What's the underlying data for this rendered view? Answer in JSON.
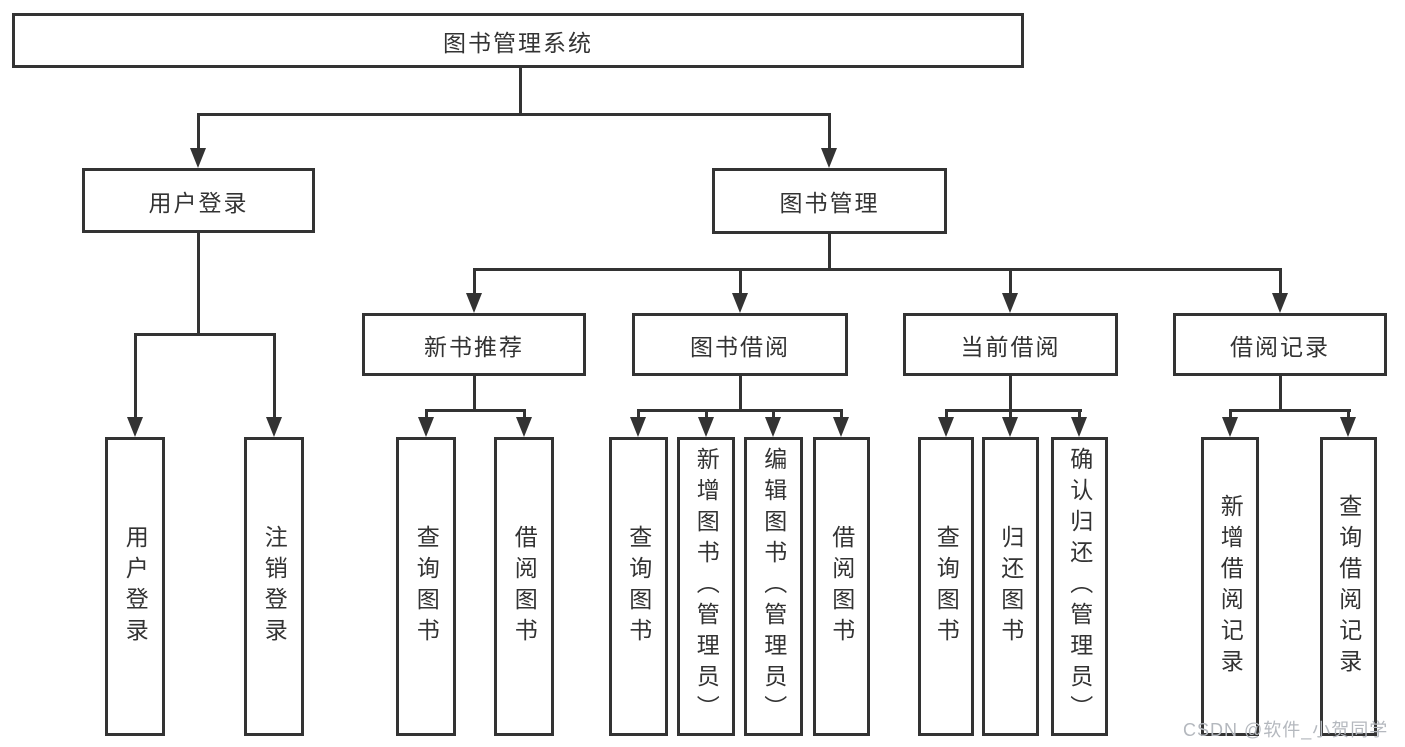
{
  "diagram": {
    "nodes": {
      "root": {
        "label": "图书管理系统"
      },
      "level2": [
        {
          "label": "用户登录",
          "parent": "图书管理系统"
        },
        {
          "label": "图书管理",
          "parent": "图书管理系统"
        }
      ],
      "level3": [
        {
          "label": "新书推荐",
          "parent": "图书管理"
        },
        {
          "label": "图书借阅",
          "parent": "图书管理"
        },
        {
          "label": "当前借阅",
          "parent": "图书管理"
        },
        {
          "label": "借阅记录",
          "parent": "图书管理"
        }
      ],
      "leaves": [
        {
          "label": "用户登录",
          "parent": "用户登录"
        },
        {
          "label": "注销登录",
          "parent": "用户登录"
        },
        {
          "label": "查询图书",
          "parent": "新书推荐"
        },
        {
          "label": "借阅图书",
          "parent": "新书推荐"
        },
        {
          "label": "查询图书",
          "parent": "图书借阅"
        },
        {
          "label": "新增图书（管理员）",
          "parent": "图书借阅"
        },
        {
          "label": "编辑图书（管理员）",
          "parent": "图书借阅"
        },
        {
          "label": "借阅图书",
          "parent": "图书借阅"
        },
        {
          "label": "查询图书",
          "parent": "当前借阅"
        },
        {
          "label": "归还图书",
          "parent": "当前借阅"
        },
        {
          "label": "确认归还（管理员）",
          "parent": "当前借阅"
        },
        {
          "label": "新增借阅记录",
          "parent": "借阅记录"
        },
        {
          "label": "查询借阅记录",
          "parent": "借阅记录"
        }
      ]
    }
  },
  "watermark": {
    "text": "CSDN @软件_小贺同学"
  },
  "colors": {
    "line": "#333333",
    "text": "#333333",
    "background": "#ffffff",
    "watermark": "#b4b8be"
  }
}
